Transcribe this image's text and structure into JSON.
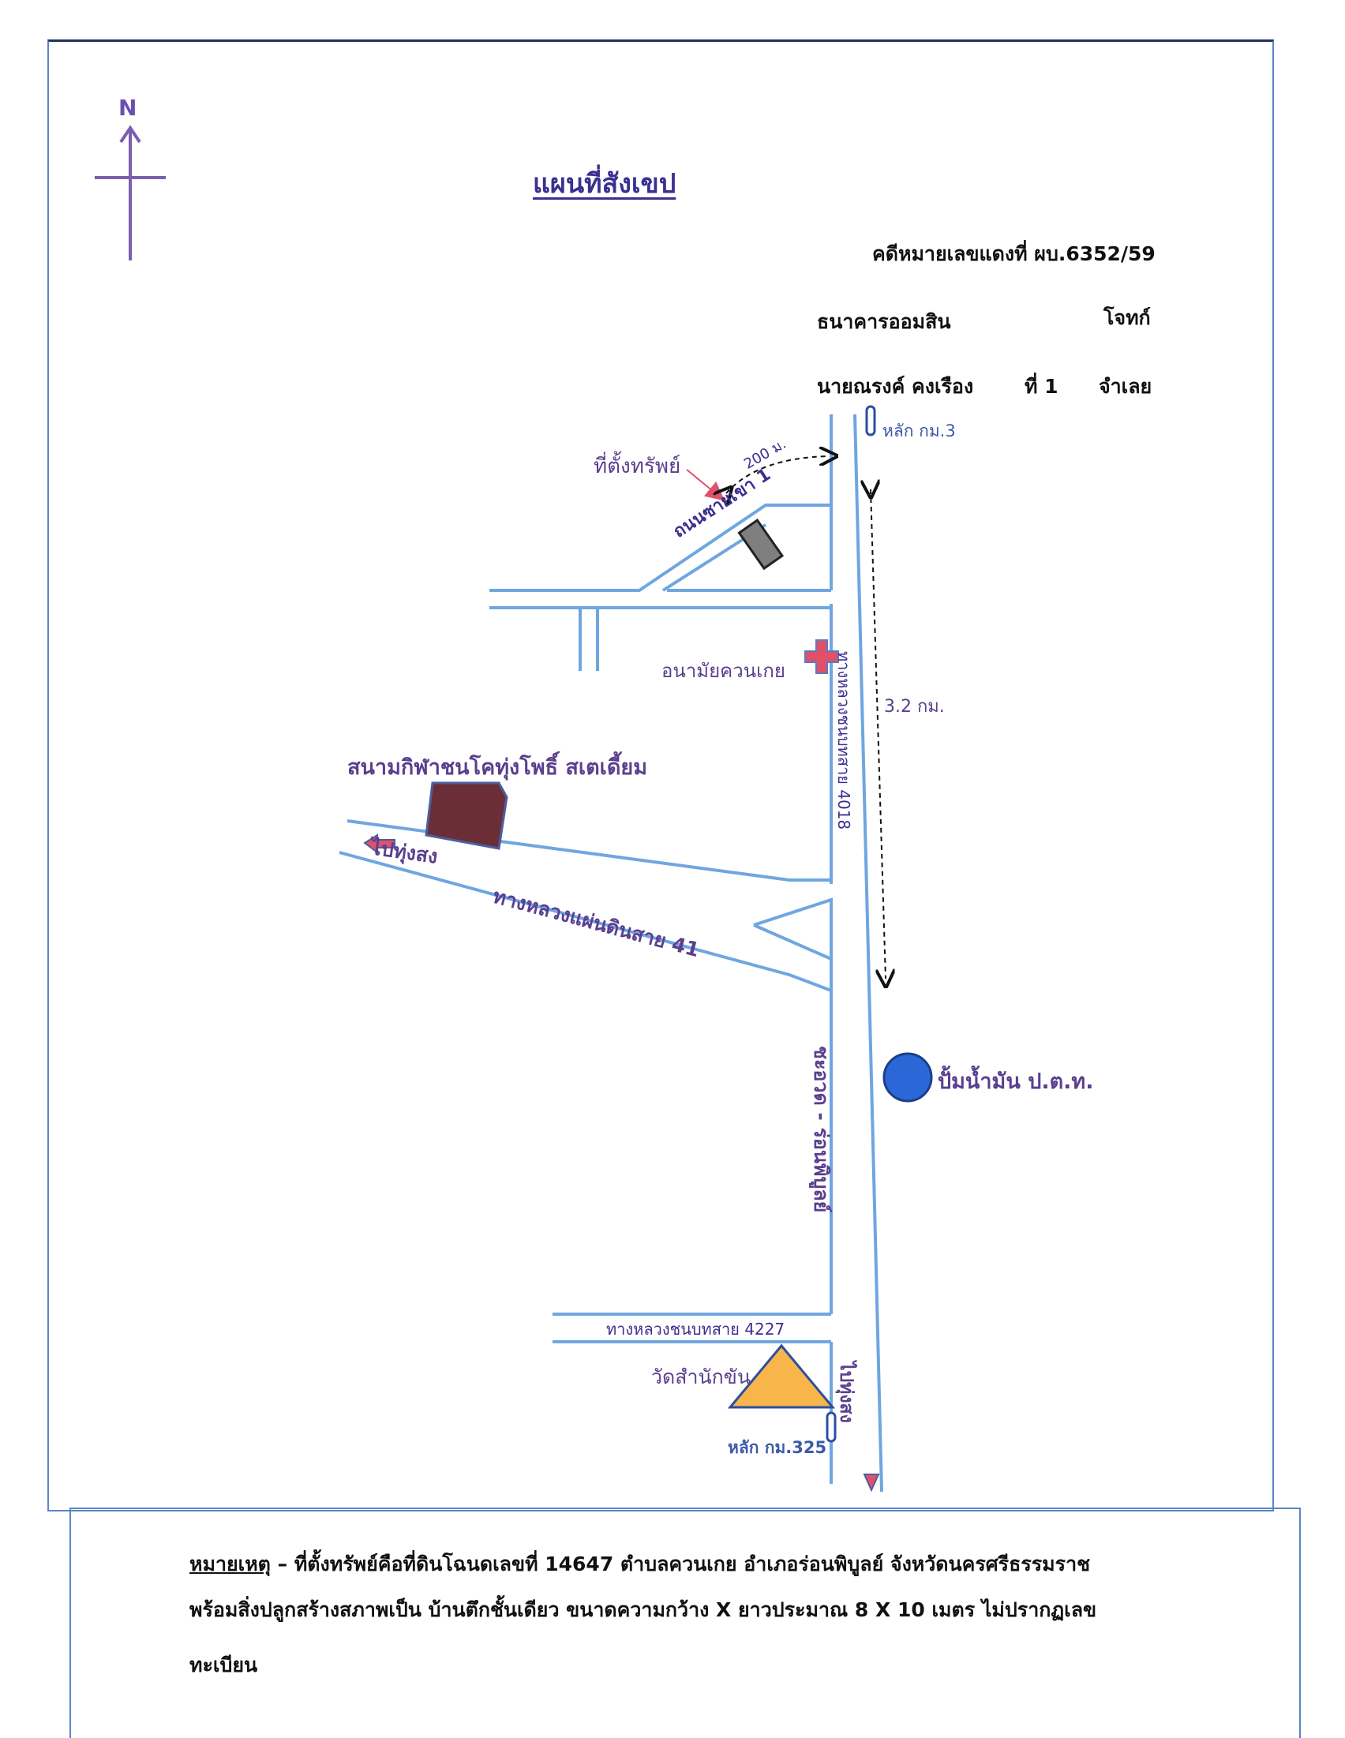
{
  "title": "แผนที่สังเขป",
  "compass": {
    "north_label": "N",
    "icon": "north-arrow-icon"
  },
  "case_header": {
    "case_number": "คดีหมายเลขแดงที่ ผบ.6352/59",
    "plaintiff_name": "ธนาคารออมสิน",
    "plaintiff_role": "โจทก์",
    "defendant_name": "นายณรงค์ คงเรือง",
    "defendant_index": "ที่ 1",
    "defendant_role": "จำเลย"
  },
  "map": {
    "km_marker_top": "หลัก กม.3",
    "property_label": "ที่ตั้งทรัพย์",
    "distance_200": "200 ม.",
    "soi_label": "ถนนซายเขา 1",
    "health_center": "อนามัยควนเกย",
    "road_4018": "ทางหลวงชนบทสาย 4018",
    "distance_3_2": "3.2 กม.",
    "stadium": "สนามกิฬาชนโคทุ่งโพธิ์ สเตเดี้ยม",
    "to_thung_song": "ไปทุ่งสง",
    "highway_41": "ทางหลวงแผ่นดินสาย 41",
    "main_road": "ชะอวด - ร่อนพิบูลย์",
    "gas_station": "ปั้มน้ำมัน ป.ต.ท.",
    "road_4227": "ทางหลวงชนบทสาย 4227",
    "temple": "วัดสำนักขัน",
    "to_thung_song_bottom": "ไปทุ่งสง",
    "km_marker_bottom": "หลัก กม.325",
    "colors": {
      "road": "#6fa6e0",
      "label": "#5a3f8f",
      "stadium": "#6b2e36",
      "gas_station": "#2b67d6",
      "temple": "#f7b54a",
      "hospital_cross": "#e0506a",
      "arrow_red": "#e0506a",
      "property_building": "#7f7f7f"
    }
  },
  "remark": {
    "heading": "หมายเหตุ",
    "line1": "– ที่ตั้งทรัพย์คือที่ดินโฉนดเลขที่ 14647  ตำบลควนเกย  อำเภอร่อนพิบูลย์  จังหวัดนครศรีธรรมราช",
    "line2": "พร้อมสิ่งปลูกสร้างสภาพเป็น บ้านตึกชั้นเดียว ขนาดความกว้าง X ยาวประมาณ 8 X 10 เมตร ไม่ปรากฏเลข",
    "line3": "ทะเบียน"
  }
}
